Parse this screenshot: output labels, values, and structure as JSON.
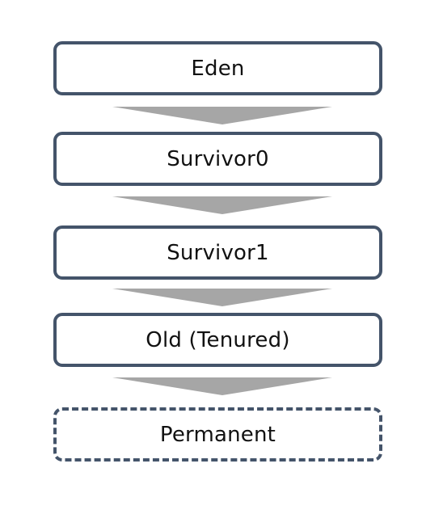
{
  "colors": {
    "box_border": "#44546a",
    "arrow_fill": "#a6a6a6",
    "text": "#111111"
  },
  "stages": [
    {
      "label": "Eden",
      "border": "solid"
    },
    {
      "label": "Survivor0",
      "border": "solid"
    },
    {
      "label": "Survivor1",
      "border": "solid"
    },
    {
      "label": "Old (Tenured)",
      "border": "solid"
    },
    {
      "label": "Permanent",
      "border": "dashed"
    }
  ]
}
